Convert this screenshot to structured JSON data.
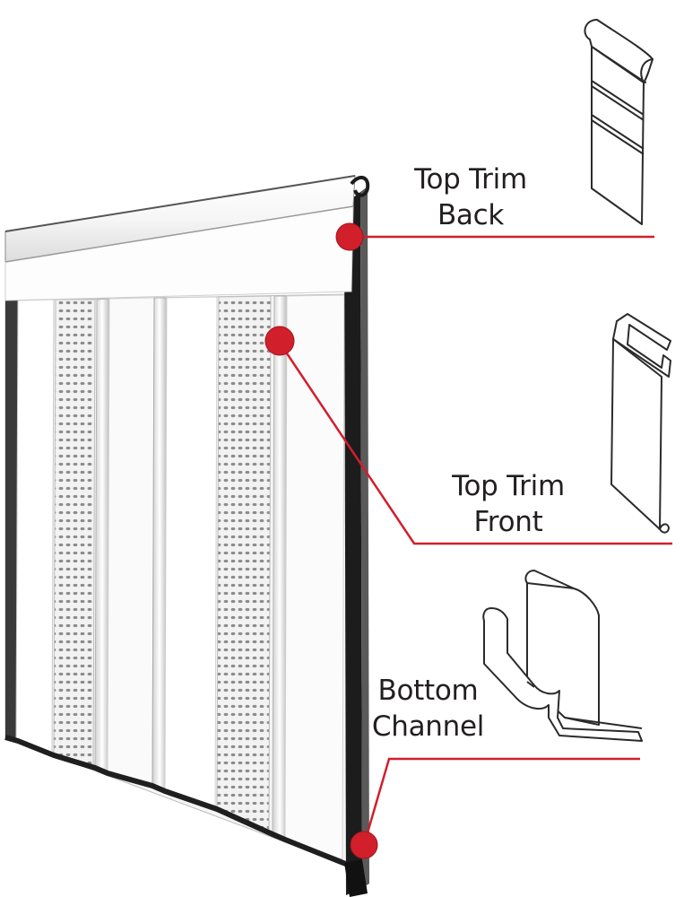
{
  "colors": {
    "accent": "#d11f2c",
    "outline": "#2b2b2b",
    "panel": "#f4f4f4",
    "background": "#ffffff"
  },
  "labels": {
    "top_trim_back": {
      "line1": "Top Trim",
      "line2": "Back"
    },
    "top_trim_front": {
      "line1": "Top Trim",
      "line2": "Front"
    },
    "bottom_channel": {
      "line1": "Bottom",
      "line2": "Channel"
    }
  }
}
